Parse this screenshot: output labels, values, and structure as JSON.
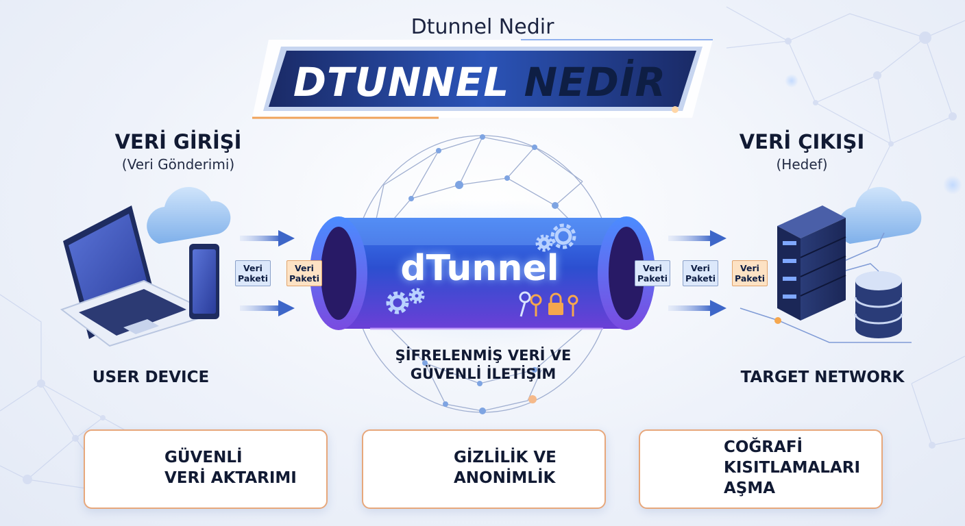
{
  "subtitle": "Dtunnel Nedir",
  "banner": {
    "word1": "DTUNNEL",
    "word2": "NEDİR"
  },
  "left": {
    "title": "VERİ GİRİŞİ",
    "subtitle": "(Veri Gönderimi)",
    "label": "USER DEVICE"
  },
  "right": {
    "title": "VERİ ÇIKIŞI",
    "subtitle": "(Hedef)",
    "label": "TARGET NETWORK"
  },
  "tunnel": {
    "label": "dTunnel",
    "caption_line1": "ŞİFRELENMİŞ VERİ VE",
    "caption_line2": "GÜVENLİ İLETİŞİM"
  },
  "packets": [
    {
      "line1": "Veri",
      "line2": "Paketi",
      "color": "blue"
    },
    {
      "line1": "Veri",
      "line2": "Paketi",
      "color": "orange"
    },
    {
      "line1": "Veri",
      "line2": "Paketi",
      "color": "blue"
    },
    {
      "line1": "Veri",
      "line2": "Paketi",
      "color": "blue"
    },
    {
      "line1": "Veri",
      "line2": "Paketi",
      "color": "orange"
    }
  ],
  "features": [
    {
      "line1": "GÜVENLİ",
      "line2": "VERİ AKTARIMI",
      "icon": "shield-check-icon"
    },
    {
      "line1": "GİZLİLİK VE",
      "line2": "ANONİMLİK",
      "icon": "eye-mask-icon"
    },
    {
      "line1": "COĞRAFİ",
      "line2": "KISITLAMALARI",
      "line3": "AŞMA",
      "icon": "globe-map-key-icon"
    }
  ],
  "colors": {
    "accent_orange": "#f08a3a",
    "navy": "#1a2e6e",
    "tunnel_blue": "#3a63d8",
    "tunnel_purple": "#6a3fd0"
  }
}
